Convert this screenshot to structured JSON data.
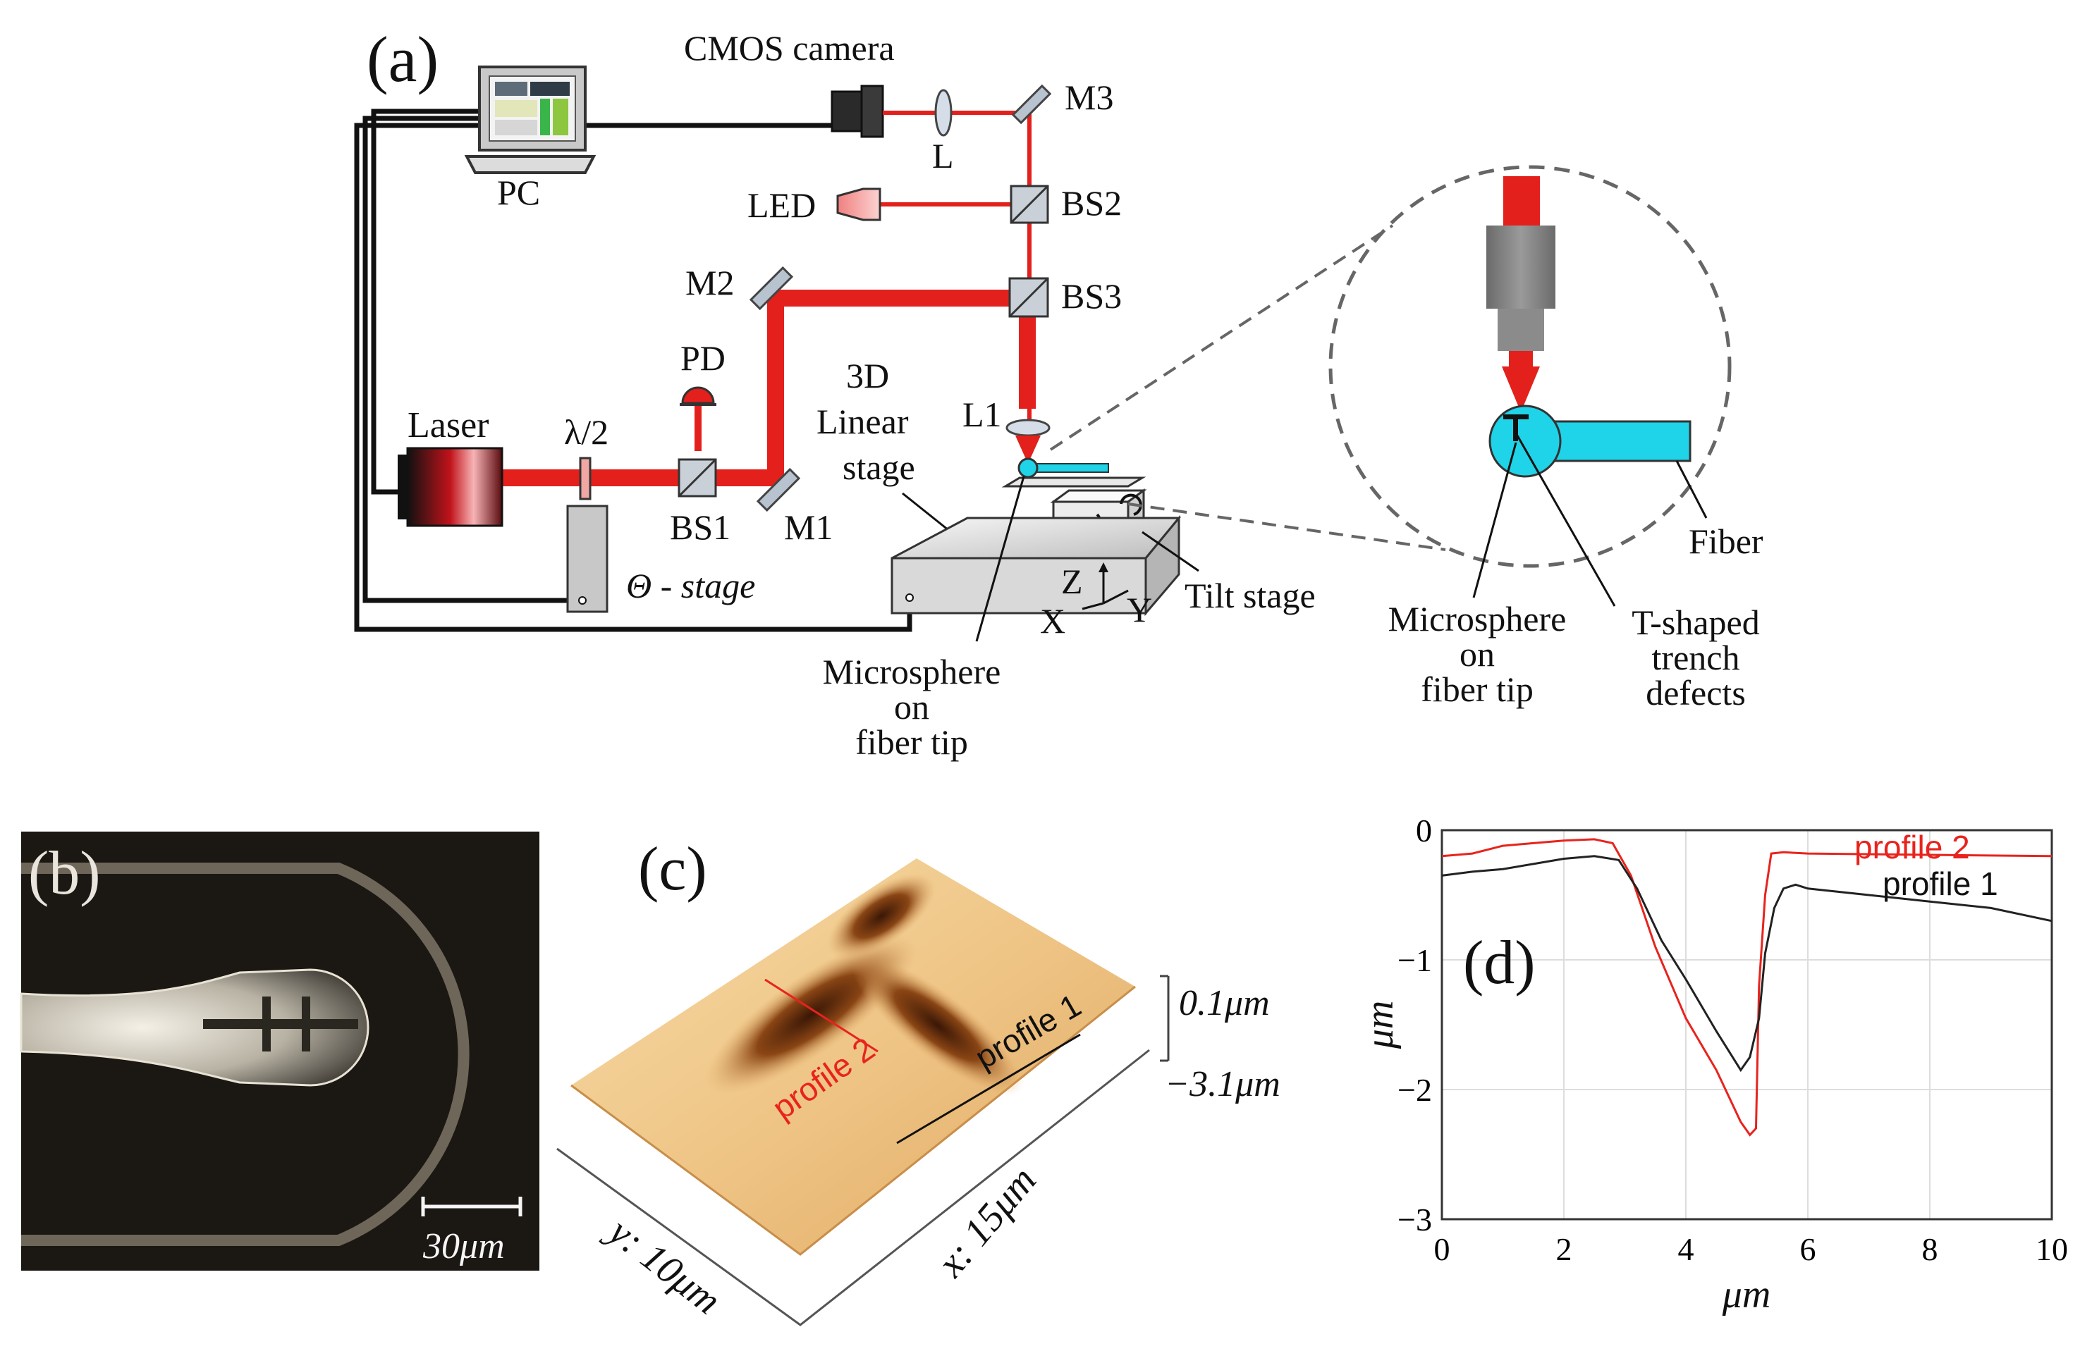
{
  "panel_a": {
    "label": "(a)",
    "components": {
      "cmos": "CMOS camera",
      "pc": "PC",
      "lens_l": "L",
      "m3": "M3",
      "bs2": "BS2",
      "led": "LED",
      "m2": "M2",
      "bs3": "BS3",
      "pd": "PD",
      "stage3d": [
        "3D",
        "Linear",
        "stage"
      ],
      "l1": "L1",
      "laser": "Laser",
      "halfwave": "λ/2",
      "bs1": "BS1",
      "m1": "M1",
      "theta_stage": "Θ - stage",
      "z": "Z",
      "x": "X",
      "y": "Y",
      "tilt_stage": "Tilt stage",
      "microsphere_label": [
        "Microsphere",
        "on",
        "fiber tip"
      ]
    },
    "inset": {
      "fiber": "Fiber",
      "microsphere": [
        "Microsphere",
        "on",
        "fiber tip"
      ],
      "trench": [
        "T-shaped",
        "trench",
        "defects"
      ]
    },
    "colors": {
      "beam": "#e3201b",
      "fiber": "#1fd3e8",
      "led": "#f4a3a0"
    }
  },
  "panel_b": {
    "label": "(b)",
    "scalebar": "30μm"
  },
  "panel_c": {
    "label": "(c)",
    "profile1": "profile 1",
    "profile2": "profile 2",
    "z_top": "0.1μm",
    "z_bottom": "−3.1μm",
    "x_axis": "x: 15μm",
    "y_axis": "y: 10μm"
  },
  "chart_data": {
    "type": "line",
    "label": "(d)",
    "xlabel": "μm",
    "ylabel": "μm",
    "xlim": [
      0,
      10
    ],
    "ylim": [
      -3,
      0
    ],
    "xticks": [
      0,
      2,
      4,
      6,
      8,
      10
    ],
    "yticks": [
      0,
      -1,
      -2,
      -3
    ],
    "grid": true,
    "legend_placement": "top-right",
    "series": [
      {
        "name": "profile 2",
        "color": "#e8231d",
        "x": [
          0,
          0.5,
          1,
          1.5,
          2,
          2.5,
          2.8,
          3.1,
          3.5,
          4,
          4.5,
          4.9,
          5.05,
          5.15,
          5.2,
          5.3,
          5.4,
          5.6,
          6,
          10
        ],
        "y": [
          -0.2,
          -0.18,
          -0.12,
          -0.1,
          -0.08,
          -0.07,
          -0.1,
          -0.35,
          -0.9,
          -1.45,
          -1.85,
          -2.25,
          -2.35,
          -2.3,
          -1.2,
          -0.5,
          -0.18,
          -0.17,
          -0.18,
          -0.2
        ]
      },
      {
        "name": "profile 1",
        "color": "#222222",
        "x": [
          0,
          0.5,
          1,
          1.5,
          2,
          2.5,
          2.9,
          3.2,
          3.6,
          4,
          4.5,
          4.9,
          5.05,
          5.2,
          5.3,
          5.45,
          5.6,
          5.8,
          6,
          7,
          8,
          9,
          10
        ],
        "y": [
          -0.35,
          -0.32,
          -0.3,
          -0.26,
          -0.22,
          -0.2,
          -0.23,
          -0.45,
          -0.85,
          -1.15,
          -1.55,
          -1.85,
          -1.75,
          -1.45,
          -0.95,
          -0.6,
          -0.45,
          -0.42,
          -0.45,
          -0.5,
          -0.55,
          -0.6,
          -0.7
        ]
      }
    ]
  }
}
